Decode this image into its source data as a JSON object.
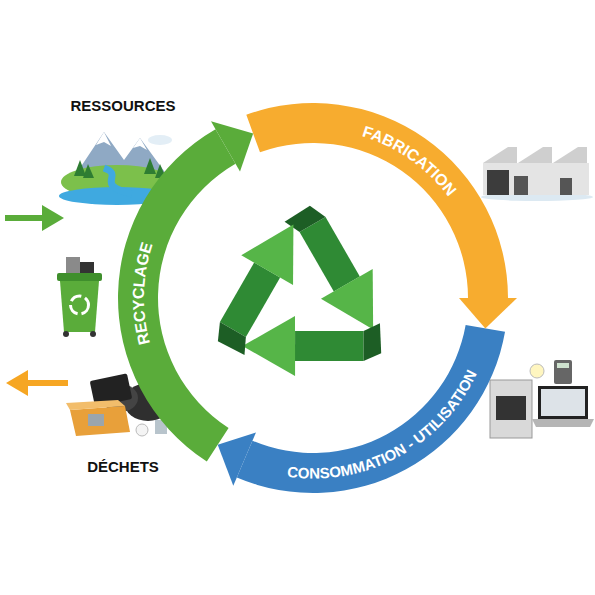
{
  "diagram": {
    "nodes": [
      {
        "text": [
          "FABRICATION"
        ]
      },
      {
        "text": [
          "CONSOMMATION - UTILISATION"
        ]
      },
      {
        "text": [
          "RECYCLAGE"
        ]
      }
    ],
    "edges": [
      {
        "from": 0,
        "to": 1,
        "arrow": "to"
      },
      {
        "from": 1,
        "to": 2,
        "arrow": "to"
      },
      {
        "from": 2,
        "to": 0,
        "arrow": "to"
      }
    ],
    "labels": [
      "RESSOURCES",
      "DÉCHETS"
    ]
  }
}
